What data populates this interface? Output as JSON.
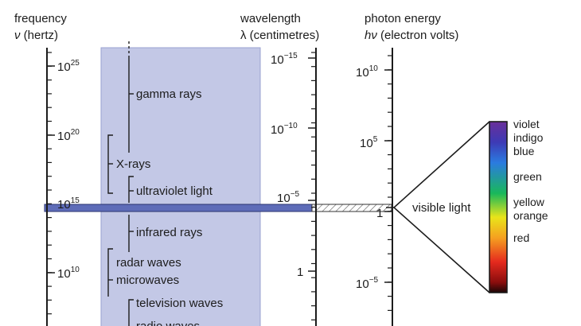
{
  "headers": {
    "frequency": {
      "line1": "frequency",
      "line2_symbol": "ν",
      "line2_rest": " (hertz)"
    },
    "wavelength": {
      "line1": "wavelength",
      "line2": "λ (centimetres)"
    },
    "energy": {
      "line1": "photon energy",
      "line2_symbol": "hν",
      "line2_rest": " (electron volts)"
    }
  },
  "frequency_ticks": [
    {
      "base": "10",
      "exp": "25"
    },
    {
      "base": "10",
      "exp": "20"
    },
    {
      "base": "10",
      "exp": "15"
    },
    {
      "base": "10",
      "exp": "10"
    }
  ],
  "wavelength_ticks": [
    {
      "base": "10",
      "exp": "−15"
    },
    {
      "base": "10",
      "exp": "−10"
    },
    {
      "base": "10",
      "exp": "−5"
    },
    {
      "base": "1",
      "exp": ""
    }
  ],
  "energy_ticks": [
    {
      "base": "10",
      "exp": "10"
    },
    {
      "base": "10",
      "exp": "5"
    },
    {
      "base": "1",
      "exp": ""
    },
    {
      "base": "10",
      "exp": "−5"
    }
  ],
  "bands": [
    "gamma rays",
    "X-rays",
    "ultraviolet light",
    "infrared rays",
    "radar waves",
    "microwaves",
    "television waves",
    "radio waves"
  ],
  "visible_label": "visible light",
  "spectrum_colors": [
    "violet",
    "indigo",
    "blue",
    "green",
    "yellow",
    "orange",
    "red"
  ],
  "colors": {
    "band_fill": "#c3c8e6",
    "visible_strip": "#5e6cb8",
    "axis": "#1c1c1c"
  }
}
